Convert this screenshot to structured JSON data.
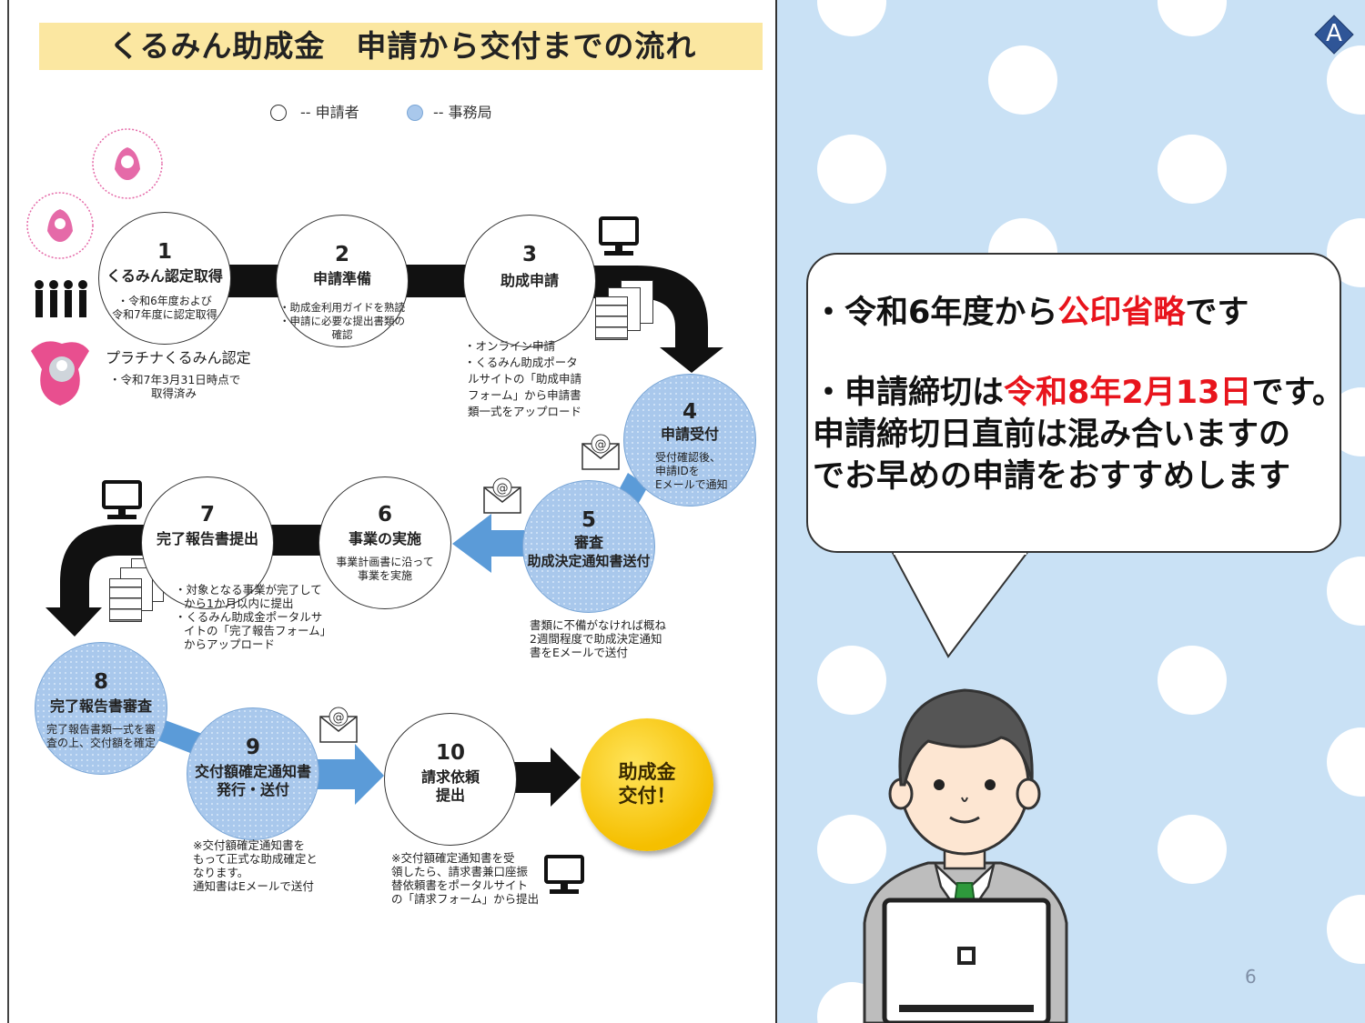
{
  "title": "くるみん助成金　申請から交付までの流れ",
  "legend": {
    "applicant": "-- 申請者",
    "office": "-- 事務局"
  },
  "badge_letter": "A",
  "page_number": "6",
  "steps": {
    "s1": {
      "num": "1",
      "title": "くるみん認定取得",
      "desc1": "・令和6年度および",
      "desc2": "令和7年度に認定取得"
    },
    "s2": {
      "num": "2",
      "title": "申請準備",
      "desc1": "・助成金利用ガイドを熟読",
      "desc2": "・申請に必要な提出書類の確認"
    },
    "s3": {
      "num": "3",
      "title": "助成申請"
    },
    "s4": {
      "num": "4",
      "title": "申請受付",
      "desc1": "受付確認後、",
      "desc2": "申請IDを",
      "desc3": "Eメールで通知"
    },
    "s5": {
      "num": "5",
      "title": "審査",
      "title2": "助成決定通知書送付"
    },
    "s6": {
      "num": "6",
      "title": "事業の実施",
      "desc1": "事業計画書に沿って",
      "desc2": "事業を実施"
    },
    "s7": {
      "num": "7",
      "title": "完了報告書提出"
    },
    "s8": {
      "num": "8",
      "title": "完了報告書審査",
      "desc1": "完了報告書類一式を審",
      "desc2": "査の上、交付額を確定"
    },
    "s9": {
      "num": "9",
      "title": "交付額確定通知書",
      "title2": "発行・送付"
    },
    "s10": {
      "num": "10",
      "title": "請求依頼",
      "title2": "提出"
    },
    "final": {
      "line1": "助成金",
      "line2": "交付！"
    }
  },
  "notes": {
    "platinum_title": "プラチナくるみん認定",
    "platinum_1": "・令和7年3月31日時点で",
    "platinum_2": "取得済み",
    "s3_1": "・オンライン申請",
    "s3_2": "・くるみん助成ポータ",
    "s3_3": "ルサイトの「助成申請",
    "s3_4": "フォーム」から申請書",
    "s3_5": "類一式をアップロード",
    "s5_1": "書類に不備がなければ概ね",
    "s5_2": "2週間程度で助成決定通知",
    "s5_3": "書をEメールで送付",
    "s7_1": "・対象となる事業が完了して",
    "s7_2": "から1か月以内に提出",
    "s7_3": "・くるみん助成金ポータルサ",
    "s7_4": "イトの「完了報告フォーム」",
    "s7_5": "からアップロード",
    "s9_1": "※交付額確定通知書を",
    "s9_2": "もって正式な助成確定と",
    "s9_3": "なります。",
    "s9_4": "通知書はEメールで送付",
    "s10_1": "※交付額確定通知書を受",
    "s10_2": "領したら、請求書兼口座振",
    "s10_3": "替依頼書をポータルサイト",
    "s10_4": "の「請求フォーム」から提出"
  },
  "bubble": {
    "line1_pre": "・令和6年度から",
    "line1_red": "公印省略",
    "line1_post": "です",
    "line2_pre": "・申請締切は",
    "line2_red": "令和8年2月13日",
    "line2_post": "です。",
    "line3": "申請締切日直前は混み合いますの",
    "line4": "でお早めの申請をおすすめします"
  },
  "colors": {
    "yellow_title": "#fbe7a1",
    "blue_circle": "#a9c8ec",
    "arrow_blue": "#5b9bd8",
    "red": "#e8141c",
    "bg_right": "#c9e1f5"
  }
}
